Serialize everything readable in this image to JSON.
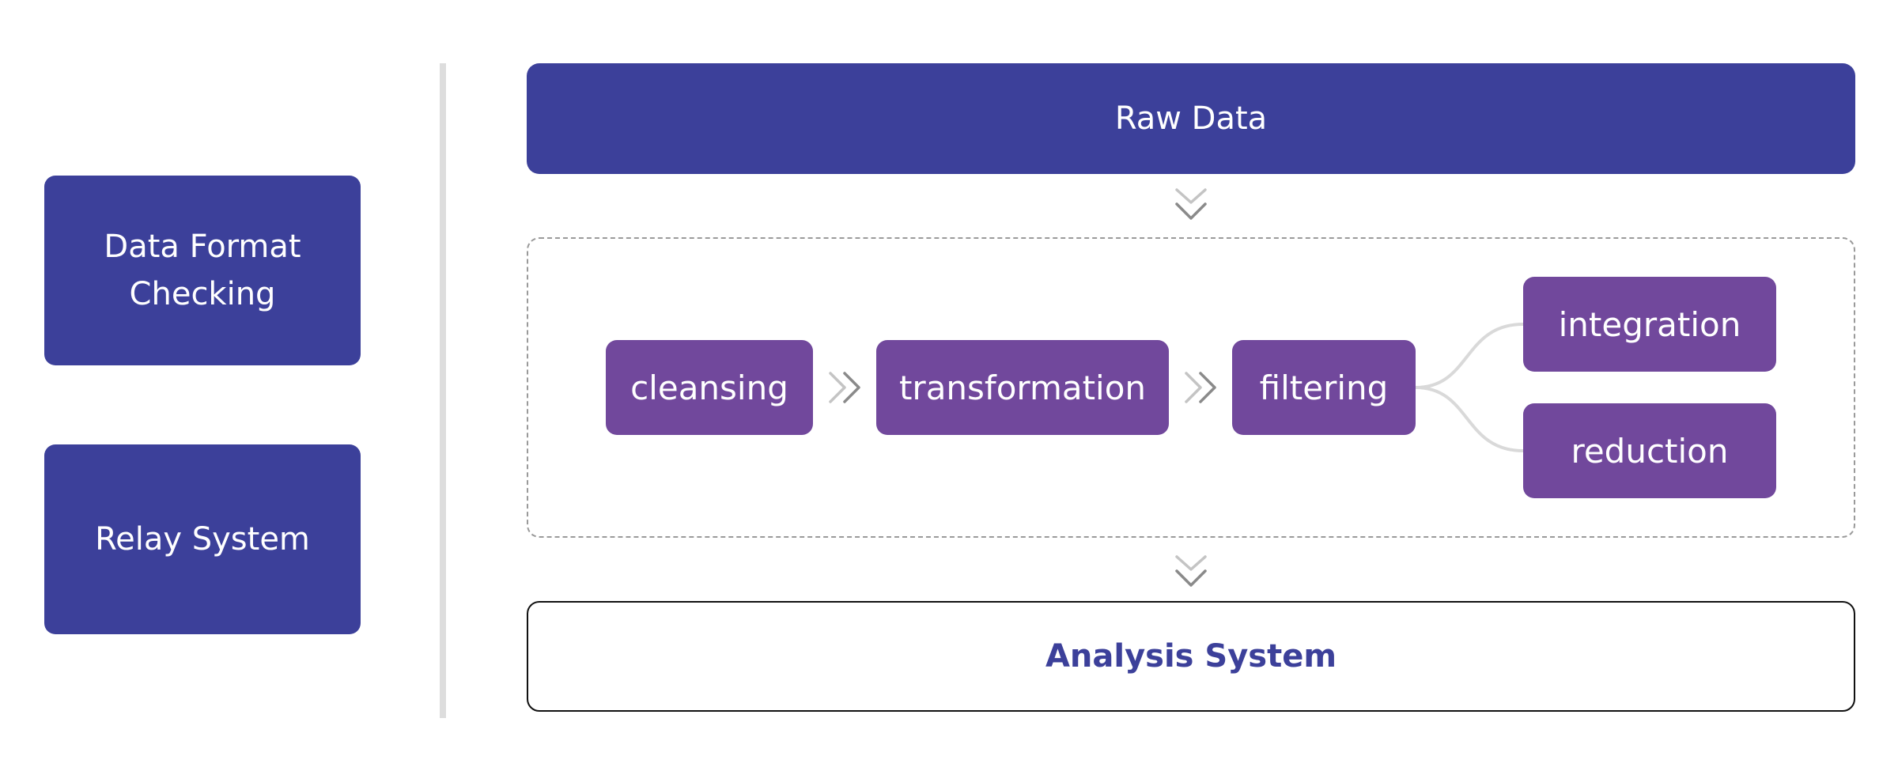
{
  "sidebar": {
    "format_check_line1": "Data Format",
    "format_check_line2": "Checking",
    "relay": "Relay System"
  },
  "flow": {
    "input": "Raw Data",
    "output": "Analysis System",
    "steps": [
      "cleansing",
      "transformation",
      "filtering"
    ],
    "branches": [
      "integration",
      "reduction"
    ]
  },
  "colors": {
    "primary": "#3c409a",
    "step": "#71489c",
    "connector": "#d9d9d9",
    "chevron": "#8a8a8a"
  }
}
